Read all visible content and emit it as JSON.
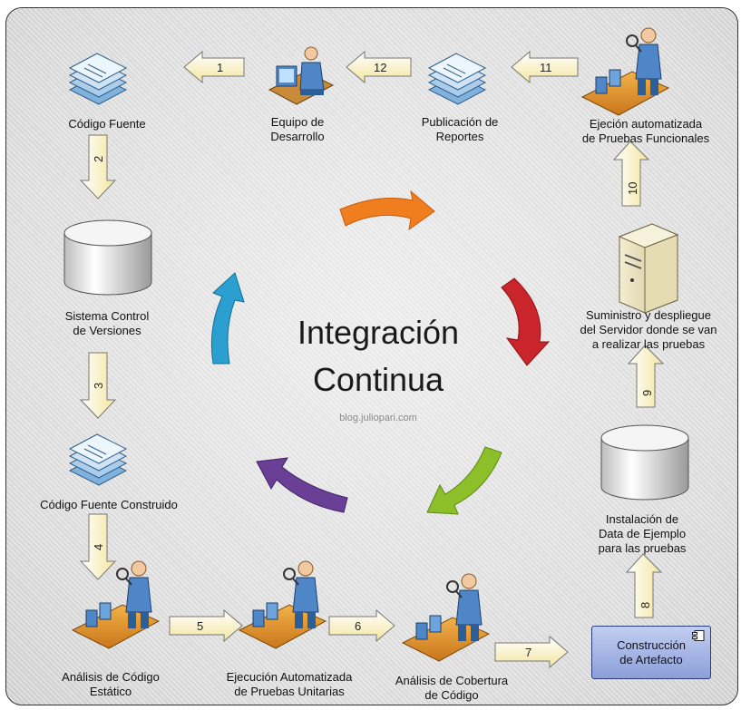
{
  "title_lines": [
    "Integración",
    "Continua"
  ],
  "site": "blog.juliopari.com",
  "nodes": {
    "codigo_fuente": "Código Fuente",
    "equipo": "Equipo de\nDesarrollo",
    "publicacion": "Publicación de\nReportes",
    "ejecucion_funcionales": "Ejeción automatizada\nde Pruebas Funcionales",
    "scv": "Sistema Control\nde Versiones",
    "suministro": "Suministro y despliegue\ndel Servidor donde se van\na realizar las pruebas",
    "codigo_construido": "Código Fuente Construido",
    "instalacion": "Instalación de\nData de Ejemplo\npara las pruebas",
    "analisis_estatico": "Análisis de Código\nEstático",
    "ejecucion_unitarias": "Ejecución Automatizada\nde Pruebas Unitarias",
    "cobertura": "Análisis de Cobertura\nde Código",
    "construccion": "Construcción\nde Artefacto"
  },
  "steps": [
    "1",
    "2",
    "3",
    "4",
    "5",
    "6",
    "7",
    "8",
    "9",
    "10",
    "11",
    "12"
  ],
  "colors": {
    "step_arrow_top": "#ffffff",
    "step_arrow_bottom": "#f3e6a0",
    "cycle_orange": "#f07d1e",
    "cycle_red": "#c9252b",
    "cycle_green": "#8cbf2a",
    "cycle_purple": "#6a3f96",
    "cycle_blue": "#2a9fd0",
    "artefact_fill": "#9aabe0",
    "person_blue": "#4e86c8",
    "doc_blue": "#7fb2dc"
  }
}
